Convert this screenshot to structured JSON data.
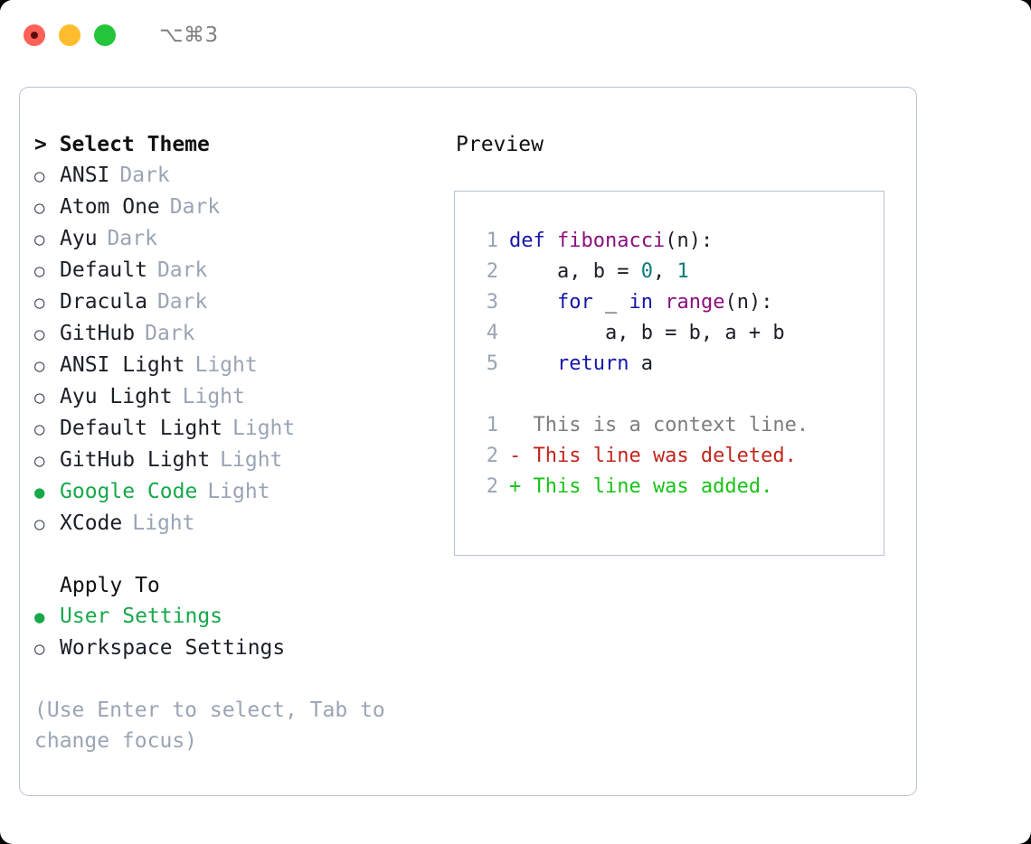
{
  "window": {
    "shortcut_label": "⌥⌘3",
    "traffic_lights": [
      {
        "name": "close",
        "color": "#ff6159"
      },
      {
        "name": "minimize",
        "color": "#ffbd2e"
      },
      {
        "name": "maximize",
        "color": "#23c53b"
      }
    ]
  },
  "colors": {
    "accent_selected": "#17a84a",
    "muted_text": "#9aa4b4",
    "border": "#b9c2d0",
    "keyword": "#1616a8",
    "function": "#8b0f7d",
    "number": "#0b7b7b",
    "diff_context": "#7d7d7d",
    "diff_deleted": "#c0261c",
    "diff_added": "#18c318"
  },
  "theme_list": {
    "header": "> Select Theme",
    "items": [
      {
        "bullet": "○",
        "label": "ANSI",
        "tag": "Dark",
        "selected": false
      },
      {
        "bullet": "○",
        "label": "Atom One",
        "tag": "Dark",
        "selected": false
      },
      {
        "bullet": "○",
        "label": "Ayu",
        "tag": "Dark",
        "selected": false
      },
      {
        "bullet": "○",
        "label": "Default",
        "tag": "Dark",
        "selected": false
      },
      {
        "bullet": "○",
        "label": "Dracula",
        "tag": "Dark",
        "selected": false
      },
      {
        "bullet": "○",
        "label": "GitHub",
        "tag": "Dark",
        "selected": false
      },
      {
        "bullet": "○",
        "label": "ANSI Light",
        "tag": "Light",
        "selected": false
      },
      {
        "bullet": "○",
        "label": "Ayu Light",
        "tag": "Light",
        "selected": false
      },
      {
        "bullet": "○",
        "label": "Default Light",
        "tag": "Light",
        "selected": false
      },
      {
        "bullet": "○",
        "label": "GitHub Light",
        "tag": "Light",
        "selected": false
      },
      {
        "bullet": "●",
        "label": "Google Code",
        "tag": "Light",
        "selected": true
      },
      {
        "bullet": "○",
        "label": "XCode",
        "tag": "Light",
        "selected": false
      }
    ]
  },
  "apply_to": {
    "header": "Apply To",
    "items": [
      {
        "bullet": "●",
        "label": "User Settings",
        "selected": true
      },
      {
        "bullet": "○",
        "label": "Workspace Settings",
        "selected": false
      }
    ]
  },
  "hint": "(Use Enter to select, Tab to change focus)",
  "preview": {
    "title": "Preview",
    "code_lines": [
      {
        "no": "1",
        "tokens": [
          {
            "t": "def",
            "c": "k"
          },
          {
            "t": " ",
            "c": "pl"
          },
          {
            "t": "fibonacci",
            "c": "fn"
          },
          {
            "t": "(n):",
            "c": "pl"
          }
        ]
      },
      {
        "no": "2",
        "tokens": [
          {
            "t": "    a, b = ",
            "c": "pl"
          },
          {
            "t": "0",
            "c": "num"
          },
          {
            "t": ", ",
            "c": "pl"
          },
          {
            "t": "1",
            "c": "num"
          }
        ]
      },
      {
        "no": "3",
        "tokens": [
          {
            "t": "    ",
            "c": "pl"
          },
          {
            "t": "for",
            "c": "k"
          },
          {
            "t": " _ ",
            "c": "pl"
          },
          {
            "t": "in",
            "c": "k"
          },
          {
            "t": " ",
            "c": "pl"
          },
          {
            "t": "range",
            "c": "fn"
          },
          {
            "t": "(n):",
            "c": "pl"
          }
        ]
      },
      {
        "no": "4",
        "tokens": [
          {
            "t": "        a, b = b, a + b",
            "c": "pl"
          }
        ]
      },
      {
        "no": "5",
        "tokens": [
          {
            "t": "    ",
            "c": "pl"
          },
          {
            "t": "return",
            "c": "k"
          },
          {
            "t": " a",
            "c": "pl"
          }
        ]
      }
    ],
    "diff_lines": [
      {
        "no": "1",
        "text": "  This is a context line.",
        "kind": "ctx"
      },
      {
        "no": "2",
        "text": "- This line was deleted.",
        "kind": "del"
      },
      {
        "no": "2",
        "text": "+ This line was added.",
        "kind": "add"
      }
    ]
  }
}
